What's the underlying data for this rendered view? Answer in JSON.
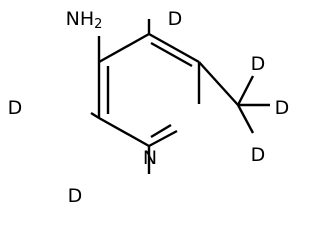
{
  "molecule": {
    "labels": {
      "amine_n": "N",
      "amine_h": "H",
      "amine_h_count": "2",
      "deuterium_ring_top": "D",
      "deuterium_ring_left": "D",
      "deuterium_ring_bottom": "D",
      "ring_nitrogen": "N",
      "deuterium_methyl_top": "D",
      "deuterium_methyl_right": "D",
      "deuterium_methyl_bottom": "D"
    }
  }
}
